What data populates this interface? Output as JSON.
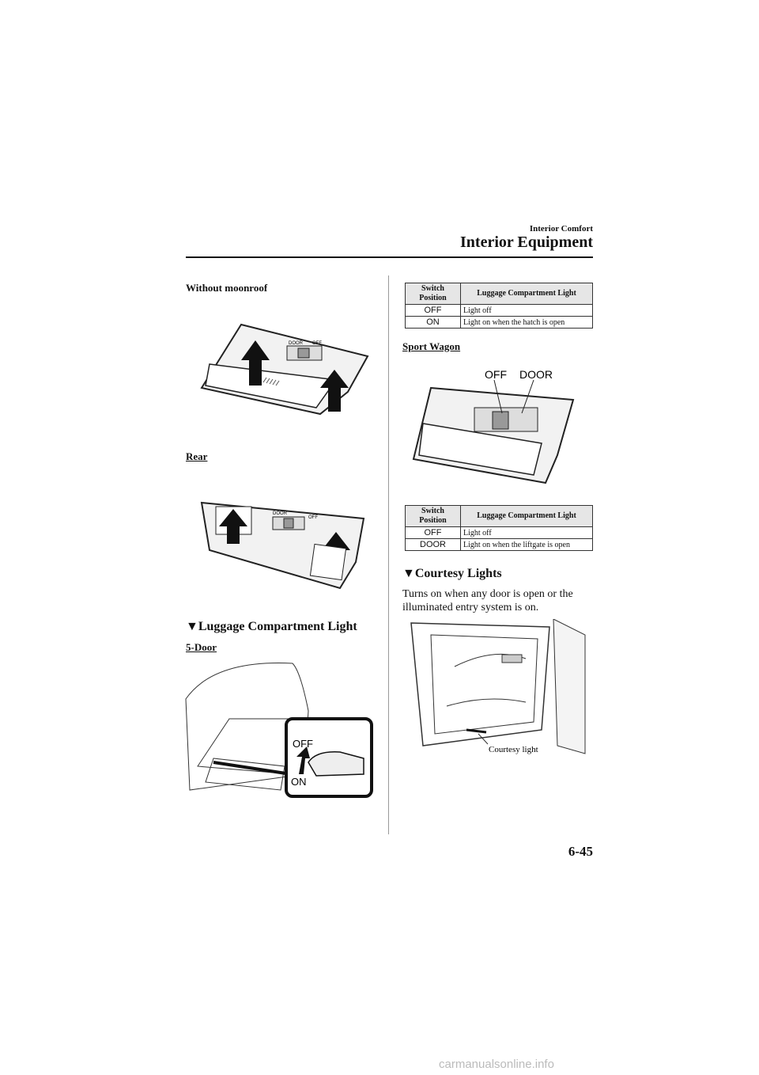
{
  "header": {
    "section": "Interior Comfort",
    "title": "Interior Equipment"
  },
  "left": {
    "without_moonroof": "Without moonroof",
    "rear": "Rear",
    "luggage_heading": "Luggage Compartment Light",
    "five_door": "5-Door",
    "fig_5door": {
      "off": "OFF",
      "on": "ON"
    },
    "fig_overhead": {
      "door": "DOOR",
      "off": "OFF"
    }
  },
  "right": {
    "table1": {
      "headers": [
        "Switch\nPosition",
        "Luggage Compartment Light"
      ],
      "rows": [
        {
          "pos": "OFF",
          "desc": "Light off"
        },
        {
          "pos": "ON",
          "desc": "Light on when the hatch is open"
        }
      ]
    },
    "sport_wagon": "Sport Wagon",
    "fig_wagon": {
      "off": "OFF",
      "door": "DOOR"
    },
    "table2": {
      "headers": [
        "Switch\nPosition",
        "Luggage Compartment Light"
      ],
      "rows": [
        {
          "pos": "OFF",
          "desc": "Light off"
        },
        {
          "pos": "DOOR",
          "desc": "Light on when the liftgate is open"
        }
      ]
    },
    "courtesy_heading": "Courtesy Lights",
    "courtesy_text": "Turns on when any door is open or the illuminated entry system is on.",
    "courtesy_label": "Courtesy light"
  },
  "page_number": "6-45",
  "watermark": "carmanualsonline.info",
  "marker": "▼"
}
